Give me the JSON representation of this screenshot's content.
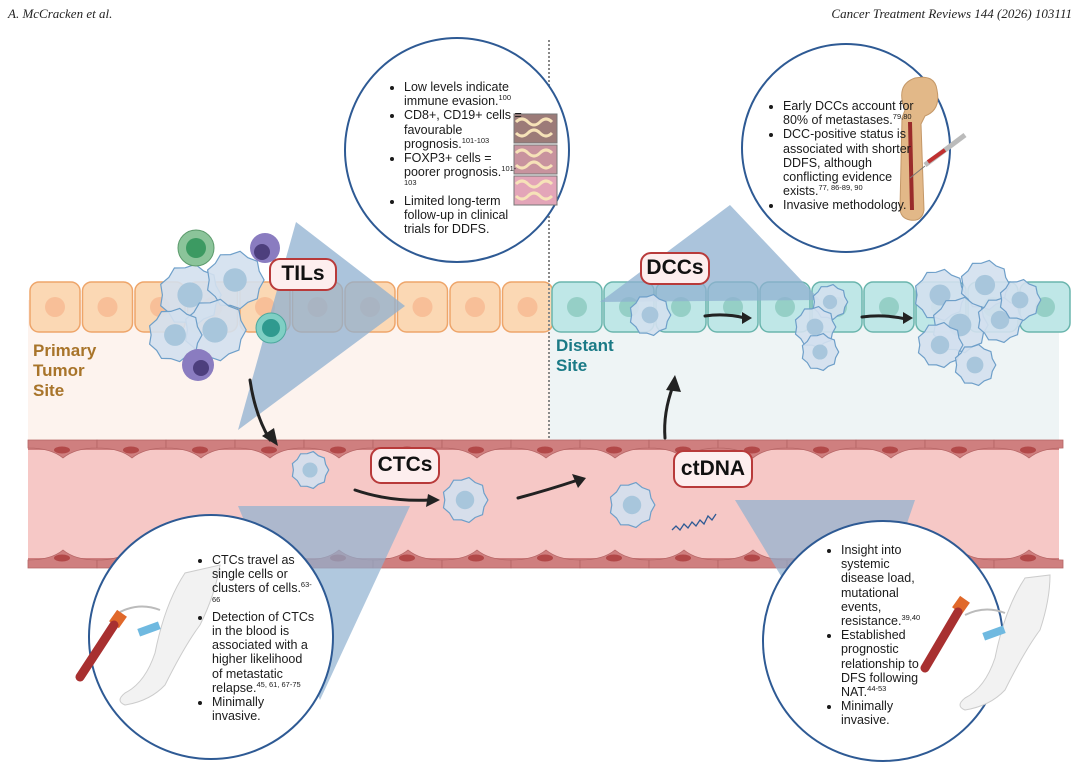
{
  "header": {
    "authors": "A. McCracken et al.",
    "journal": "Cancer Treatment Reviews 144 (2026) 103111"
  },
  "colors": {
    "primary_site_text": "#a8742a",
    "distant_site_text": "#1a7a86",
    "label_border": "#b83a3a",
    "callout_circle_border": "#2e5a94",
    "callout_cone": "#8fb0d0",
    "vessel_wall": "#cf7f7f",
    "blood": "#f6c8c6",
    "primary_epithelium": "#fbd8b4",
    "distant_epithelium": "#bfe7e7"
  },
  "sites": {
    "primary": [
      "Primary",
      "Tumor",
      "Site"
    ],
    "distant": [
      "Distant",
      "Site"
    ]
  },
  "labels": {
    "tils": "TILs",
    "dccs": "DCCs",
    "ctcs": "CTCs",
    "ctdna": "ctDNA"
  },
  "callouts": {
    "tils": {
      "bullets": [
        {
          "text": "Low levels indicate immune evasion.",
          "refs": "100"
        },
        {
          "text": "CD8+, CD19+ cells = favourable prognosis.",
          "refs": "101-103"
        },
        {
          "text": "FOXP3+ cells = poorer prognosis.",
          "refs": "101-103"
        },
        {
          "text": "Limited long-term follow-up in clinical trials for DDFS.",
          "refs": ""
        }
      ],
      "icon": "histology-slides-icon"
    },
    "dccs": {
      "bullets": [
        {
          "text": "Early DCCs account for 80% of metastases.",
          "refs": "79,80"
        },
        {
          "text": "DCC-positive status is associated with shorter DDFS, although conflicting evidence exists.",
          "refs": "77, 86-89, 90"
        },
        {
          "text": "Invasive methodology.",
          "refs": ""
        }
      ],
      "icon": "bone-marrow-aspiration-icon"
    },
    "ctcs": {
      "bullets": [
        {
          "text": "CTCs travel as single cells or clusters of cells.",
          "refs": "63-66"
        },
        {
          "text": "Detection of CTCs in the blood is associated with a higher likelihood of metastatic relapse.",
          "refs": "45, 61, 67-75"
        },
        {
          "text": "Minimally invasive.",
          "refs": ""
        }
      ],
      "icon": "blood-draw-arm-icon"
    },
    "ctdna": {
      "bullets": [
        {
          "text": "Insight into systemic disease load, mutational events, resistance.",
          "refs": "39,40"
        },
        {
          "text": "Established prognostic relationship to DFS following NAT.",
          "refs": "44-53"
        },
        {
          "text": "Minimally invasive.",
          "refs": ""
        }
      ],
      "icon": "blood-draw-arm-icon"
    }
  }
}
